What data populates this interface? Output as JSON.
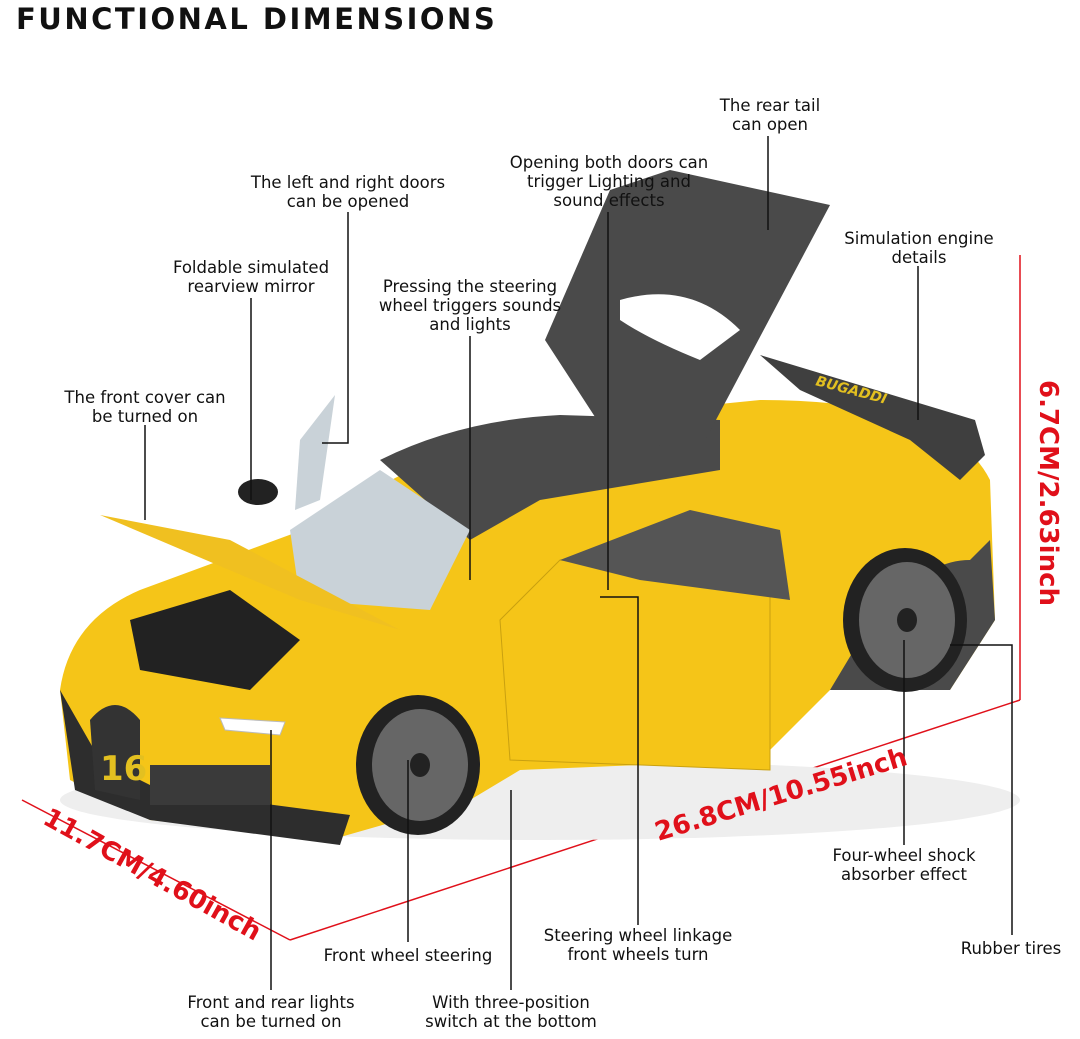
{
  "title": "FUNCTIONAL DIMENSIONS",
  "colors": {
    "car_body": "#f5c518",
    "carbon": "#4a4a4a",
    "dimension": "#e0101a"
  },
  "labels": {
    "rear_tail": [
      "The rear tail",
      "can open"
    ],
    "both_doors": [
      "Opening both doors can",
      "trigger Lighting and",
      "sound effects"
    ],
    "doors": [
      "The left and right doors",
      "can be opened"
    ],
    "engine": [
      "Simulation engine",
      "details"
    ],
    "mirror": [
      "Foldable simulated",
      "rearview mirror"
    ],
    "steering_sound": [
      "Pressing the steering",
      "wheel triggers sounds",
      "and lights"
    ],
    "front_cover": [
      "The front cover can",
      "be turned on"
    ],
    "shock": [
      "Four-wheel shock",
      "absorber effect"
    ],
    "tires": [
      "Rubber tires"
    ],
    "linkage": [
      "Steering wheel linkage",
      "front wheels turn"
    ],
    "front_steering": [
      "Front wheel steering"
    ],
    "lights": [
      "Front and rear lights",
      "can be turned on"
    ],
    "switch": [
      "With three-position",
      "switch at the bottom"
    ]
  },
  "dimensions": {
    "height": "6.7CM/2.63inch",
    "length": "26.8CM/10.55inch",
    "width": "11.7CM/4.60inch"
  },
  "car_markings": {
    "number": "16",
    "wing_text": "BUGADDI"
  }
}
